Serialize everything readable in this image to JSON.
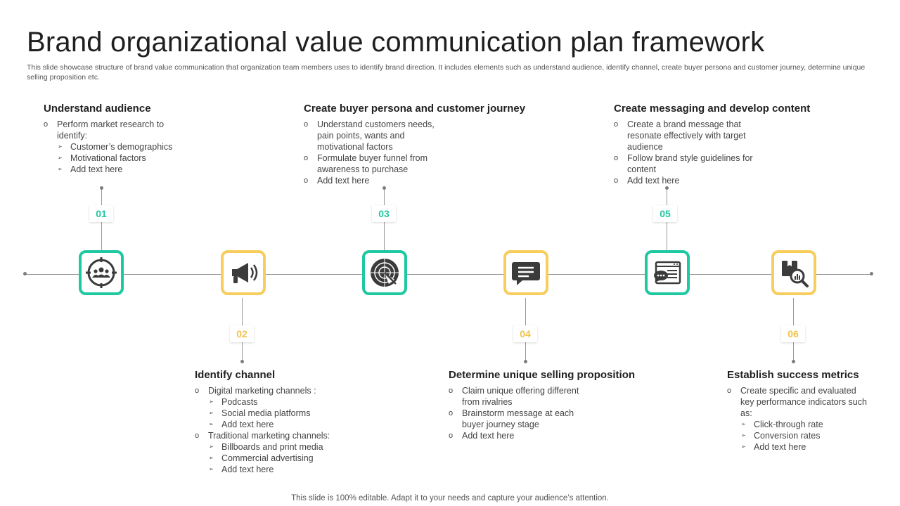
{
  "title": "Brand organizational value communication plan framework",
  "subtitle": "This slide showcase structure of brand value communication that organization team members uses to identify brand direction. It includes elements such as understand audience, identify channel, create buyer persona and customer journey, determine unique selling proposition etc.",
  "colors": {
    "green": "#1ec8a0",
    "yellow": "#f7cd5d",
    "line": "#9a9a9a"
  },
  "steps": [
    {
      "number": "01",
      "heading": "Understand audience",
      "icon": "audience-target-icon",
      "items": [
        {
          "text": "Perform market research to identify:",
          "sub": [
            "Customer’s demographics",
            "Motivational factors",
            "Add text here"
          ]
        }
      ]
    },
    {
      "number": "02",
      "heading": "Identify channel",
      "icon": "megaphone-icon",
      "items": [
        {
          "text": "Digital marketing channels :",
          "sub": [
            "Podcasts",
            "Social media platforms",
            "Add text here"
          ]
        },
        {
          "text": "Traditional marketing channels:",
          "sub": [
            "Billboards and print media",
            "Commercial advertising",
            "Add text here"
          ]
        }
      ]
    },
    {
      "number": "03",
      "heading": "Create buyer persona and customer journey",
      "icon": "radar-icon",
      "items": [
        {
          "text": "Understand customers needs, pain points, wants and motivational factors"
        },
        {
          "text": "Formulate buyer funnel from awareness to purchase"
        },
        {
          "text": "Add text here"
        }
      ]
    },
    {
      "number": "04",
      "heading": "Determine unique selling proposition",
      "icon": "chat-message-icon",
      "items": [
        {
          "text": "Claim unique offering different from rivalries"
        },
        {
          "text": "Brainstorm message at each buyer journey stage"
        },
        {
          "text": "Add text here"
        }
      ]
    },
    {
      "number": "05",
      "heading": "Create messaging and develop content",
      "icon": "web-chat-content-icon",
      "items": [
        {
          "text": "Create a brand message that resonate effectively with target audience"
        },
        {
          "text": "Follow brand style guidelines for content"
        },
        {
          "text": "Add text here"
        }
      ]
    },
    {
      "number": "06",
      "heading": "Establish success metrics",
      "icon": "analytics-search-icon",
      "items": [
        {
          "text": "Create specific and evaluated key performance indicators such as:",
          "sub": [
            "Click-through rate",
            "Conversion rates",
            "Add text here"
          ]
        }
      ]
    }
  ],
  "footer": "This slide is 100% editable. Adapt it to your needs and capture your audience’s attention."
}
